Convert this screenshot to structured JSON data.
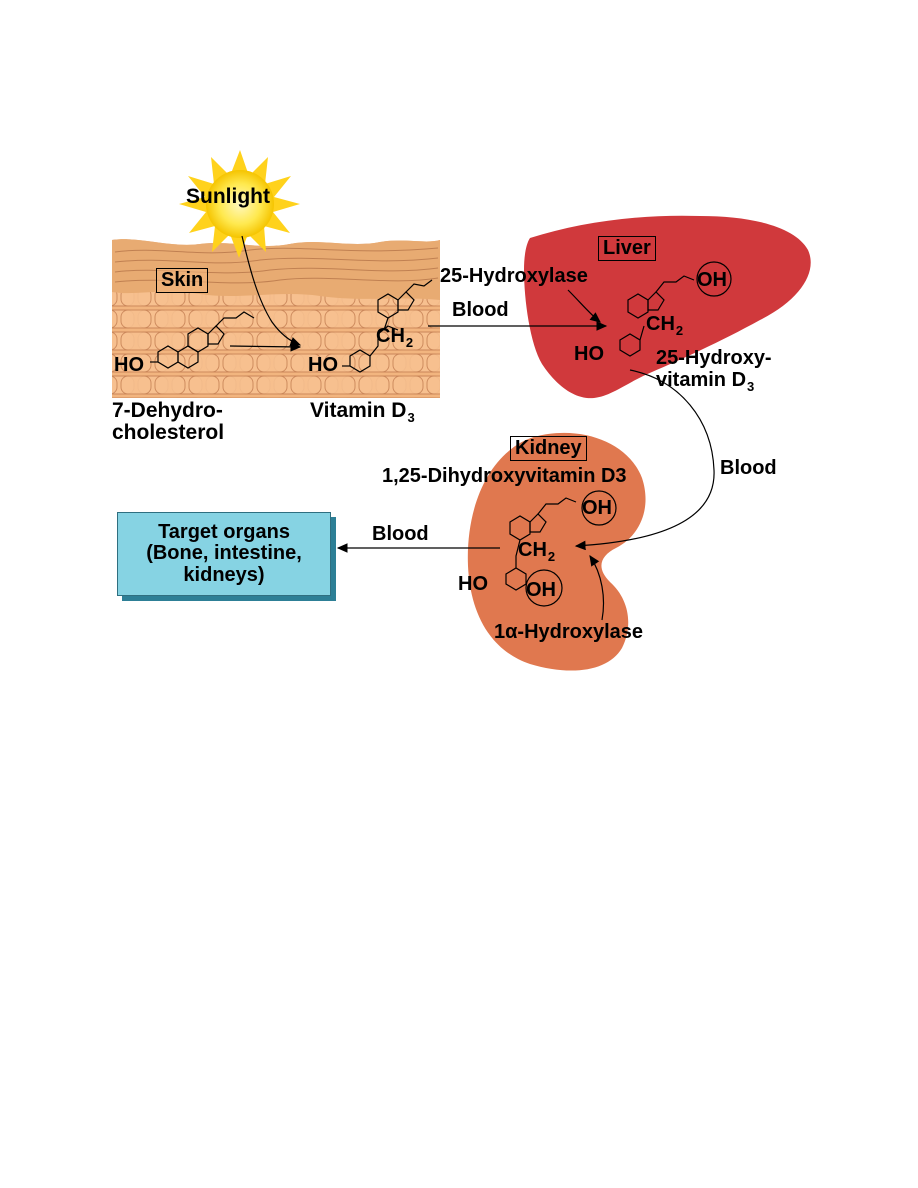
{
  "organs": {
    "skin": "Skin",
    "liver": "Liver",
    "kidney": "Kidney"
  },
  "sun_label": "Sunlight",
  "compounds": {
    "dehydrocholesterol_line1": "7-Dehydro-",
    "dehydrocholesterol_line2": "cholesterol",
    "vitamin_d3": "Vitamin D",
    "vitamin_d3_sub": "3",
    "hydroxyvitamin_line1": "25-Hydroxy-",
    "hydroxyvitamin_line2": "vitamin D",
    "hydroxyvitamin_sub": "3",
    "dihydroxyvitamin": "1,25-Dihydroxyvitamin D3"
  },
  "enzymes": {
    "liver": "25-Hydroxylase",
    "kidney_prefix": "1",
    "kidney_alpha": "α",
    "kidney_suffix": "-Hydroxylase"
  },
  "blood_labels": {
    "skin_to_liver": "Blood",
    "liver_to_kidney": "Blood",
    "kidney_to_target": "Blood"
  },
  "groups": {
    "ho": "HO",
    "oh": "OH",
    "ch2": "CH",
    "ch2_sub": "2"
  },
  "target": {
    "line1": "Target organs",
    "line2": "(Bone, intestine,",
    "line3": "kidneys)"
  },
  "colors": {
    "skin": "#f2b57f",
    "liver": "#d0393c",
    "kidney": "#e0784f",
    "target": "#86d3e3",
    "sun": "#ffe24a"
  }
}
